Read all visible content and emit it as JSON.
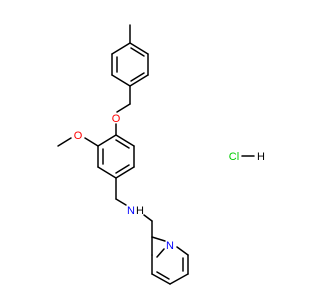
{
  "molecule": {
    "atoms": {
      "oxygen_ether": "O",
      "oxygen_methoxy": "O",
      "amine_n": "N",
      "amine_h": "H",
      "pyridine_n": "N",
      "chloride": "Cl",
      "hydrogen": "H"
    },
    "colors": {
      "bond": "#000000",
      "oxygen": "#ff0000",
      "nitrogen": "#0000ff",
      "chlorine": "#00cc00",
      "hydrogen": "#000000"
    }
  }
}
